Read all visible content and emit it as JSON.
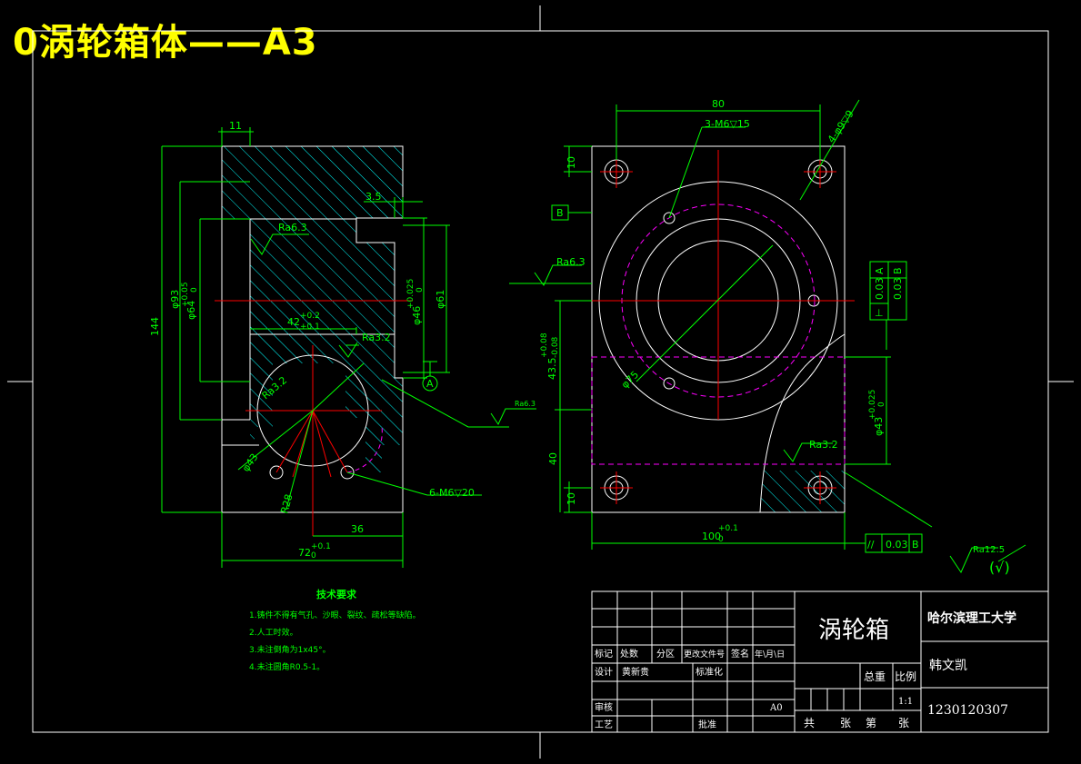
{
  "drawing_title": "0涡轮箱体——A3",
  "left_view": {
    "dims": {
      "d11": "11",
      "d3_5": "3.5",
      "d144": "144",
      "d93": "φ93",
      "d64": "φ64",
      "d64_tol_up": "+0.05",
      "d64_tol_low": "0",
      "d42": "42",
      "d42_tol_up": "+0.2",
      "d42_tol_low": "+0.1",
      "d46": "φ46",
      "d46_tol_up": "+0.025",
      "d46_tol_low": "0",
      "d61": "φ61",
      "d43": "φ43",
      "d28": "R28",
      "d36": "36",
      "d72": "72",
      "d72_tol_up": "+0.1",
      "d72_tol_low": "0"
    },
    "roughness": {
      "ra_top": "Ra6.3",
      "ra_mid": "Ra3.2",
      "ra_circle": "Ra3.2",
      "ra_right": "Ra6.3"
    },
    "callouts": {
      "thread": "6-M6▽20",
      "datum_a": "A"
    }
  },
  "right_view": {
    "dims": {
      "d80": "80",
      "thread": "3-M6▽15",
      "holes": "4-φ9▽9",
      "d10_top": "10",
      "d10_bot": "10",
      "d43_5": "43.5",
      "d43_5_tol_up": "+0.08",
      "d43_5_tol_low": "-0.08",
      "d40": "40",
      "d100": "100",
      "d100_tol_up": "+0.1",
      "d100_tol_low": "0",
      "d43b": "φ43",
      "d43b_tol_up": "+0.025",
      "d43b_tol_low": "0",
      "d75": "φ75"
    },
    "roughness": {
      "ra_left": "Ra6.3",
      "ra_bottom": "Ra3.2",
      "ra_general": "Ra12.5",
      "ra_general_paren": "(√)"
    },
    "callouts": {
      "datum_b": "B"
    },
    "tolerances": {
      "tol1_value": "0.03",
      "tol1_datum": "A",
      "tol2_value": "0.03",
      "tol2_datum": "B",
      "perp_symbol": "⊥",
      "parallel_symbol": "//",
      "parallel_value": "0.03",
      "parallel_datum": "B"
    }
  },
  "tech_requirements": {
    "title": "技术要求",
    "items": [
      "1.铸件不得有气孔、沙眼、裂纹、疏松等缺陷。",
      "2.人工时效。",
      "3.未注倒角为1x45°。",
      "4.未注圆角R0.5-1。"
    ]
  },
  "title_block": {
    "part_name": "涡轮箱",
    "school": "哈尔滨理工大学",
    "author": "韩文凯",
    "student_id": "1230120307",
    "material": "A0",
    "scale": "1:1",
    "labels": {
      "mark": "标记",
      "count": "处数",
      "zone": "分区",
      "change_doc": "更改文件号",
      "sign": "签名",
      "date": "年\\月\\日",
      "design": "设计",
      "designer": "黄新贵",
      "standard": "标准化",
      "review": "审核",
      "process": "工艺",
      "approve": "批准",
      "weight": "总重",
      "ratio": "比例",
      "total": "共",
      "sheets": "张",
      "number": "第",
      "sheet": "张"
    }
  },
  "colors": {
    "background": "#000000",
    "outline": "#ffffff",
    "dimension": "#00ff00",
    "centerline": "#ff0000",
    "hatch": "#00ffff",
    "hidden": "#ff00ff",
    "title": "#ffff00"
  }
}
